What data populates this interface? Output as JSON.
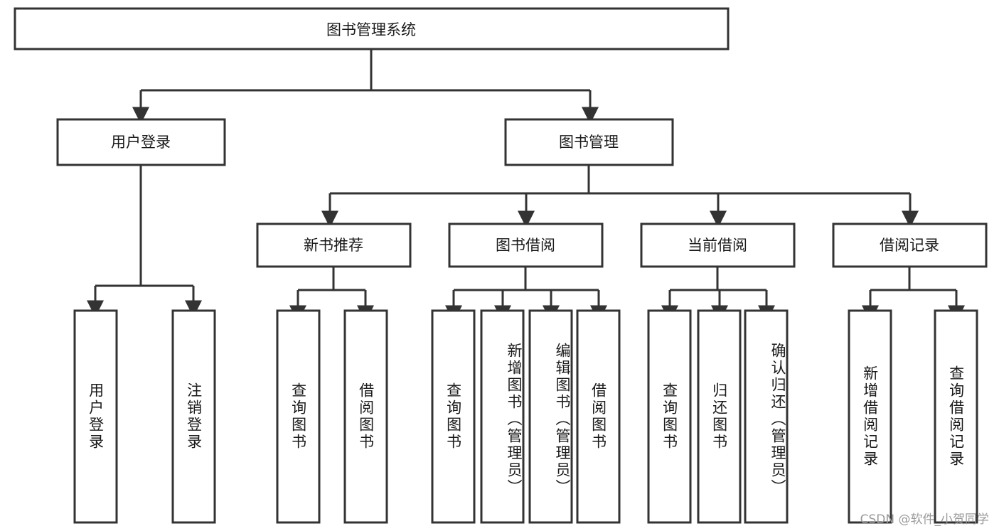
{
  "diagram": {
    "type": "tree",
    "title": "图书管理系统",
    "watermark": "CSDN @软件_小贺同学",
    "root": {
      "id": "root",
      "label": "图书管理系统"
    },
    "level2": [
      {
        "id": "user-login",
        "label": "用户登录"
      },
      {
        "id": "book-manage",
        "label": "图书管理"
      }
    ],
    "level3": [
      {
        "id": "new-book-recommend",
        "label": "新书推荐"
      },
      {
        "id": "book-borrow",
        "label": "图书借阅"
      },
      {
        "id": "current-borrow",
        "label": "当前借阅"
      },
      {
        "id": "borrow-record",
        "label": "借阅记录"
      }
    ],
    "leaves": {
      "user-login": [
        {
          "id": "leaf-user-login",
          "label": "用户登录"
        },
        {
          "id": "leaf-logout-login",
          "label": "注销登录"
        }
      ],
      "new-book-recommend": [
        {
          "id": "leaf-query-book-1",
          "label": "查询图书"
        },
        {
          "id": "leaf-borrow-book-1",
          "label": "借阅图书"
        }
      ],
      "book-borrow": [
        {
          "id": "leaf-query-book-2",
          "label": "查询图书"
        },
        {
          "id": "leaf-add-book",
          "label": "新增图书（管理员）"
        },
        {
          "id": "leaf-edit-book",
          "label": "编辑图书（管理员）"
        },
        {
          "id": "leaf-borrow-book-2",
          "label": "借阅图书"
        }
      ],
      "current-borrow": [
        {
          "id": "leaf-query-book-3",
          "label": "查询图书"
        },
        {
          "id": "leaf-return-book",
          "label": "归还图书"
        },
        {
          "id": "leaf-confirm-return",
          "label": "确认归还（管理员）"
        }
      ],
      "borrow-record": [
        {
          "id": "leaf-add-record",
          "label": "新增借阅记录"
        },
        {
          "id": "leaf-query-record",
          "label": "查询借阅记录"
        }
      ]
    },
    "colors": {
      "stroke": "#333333",
      "fill": "#ffffff",
      "text": "#1a1a1a",
      "watermark": "#9a9a9a"
    }
  }
}
